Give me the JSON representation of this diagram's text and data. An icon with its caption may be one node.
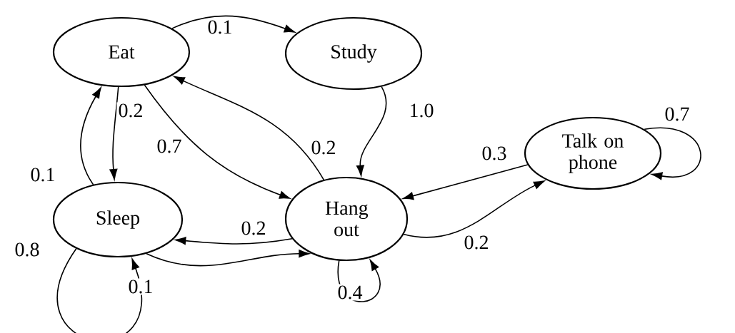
{
  "diagram": {
    "nodes": [
      {
        "text": [
          "Eat"
        ]
      },
      {
        "text": [
          "Study"
        ]
      },
      {
        "text": [
          "Sleep"
        ]
      },
      {
        "text": [
          "Hang out"
        ]
      },
      {
        "text": [
          "Talk on phone"
        ]
      }
    ],
    "edges": [
      {
        "from": 0,
        "to": 1,
        "arrow": "to",
        "label": "0.1"
      },
      {
        "from": 1,
        "to": 3,
        "arrow": "to",
        "label": "1.0"
      },
      {
        "from": 0,
        "to": 2,
        "arrow": "to",
        "label": "0.2"
      },
      {
        "from": 2,
        "to": 0,
        "arrow": "to",
        "label": "0.1"
      },
      {
        "from": 0,
        "to": 3,
        "arrow": "to",
        "label": "0.7"
      },
      {
        "from": 3,
        "to": 0,
        "arrow": "to",
        "label": "0.2"
      },
      {
        "from": 3,
        "to": 2,
        "arrow": "to",
        "label": "0.2"
      },
      {
        "from": 2,
        "to": 3,
        "arrow": "to",
        "label": "0.1"
      },
      {
        "from": 2,
        "to": 2,
        "arrow": "to",
        "label": "0.8"
      },
      {
        "from": 3,
        "to": 3,
        "arrow": "to",
        "label": "0.4"
      },
      {
        "from": 3,
        "to": 4,
        "arrow": "to",
        "label": "0.2"
      },
      {
        "from": 4,
        "to": 3,
        "arrow": "to",
        "label": "0.3"
      },
      {
        "from": 4,
        "to": 4,
        "arrow": "to",
        "label": "0.7"
      }
    ]
  }
}
